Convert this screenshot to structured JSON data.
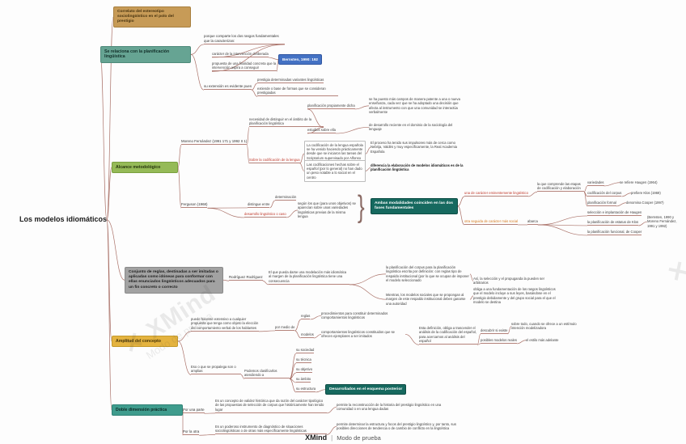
{
  "palette": {
    "connector": "#9c5a50",
    "box_orange": "#c79b57",
    "box_teal": "#66a493",
    "box_green": "#95ba57",
    "box_gray": "#a2a2a2",
    "box_yellow": "#e4b33f",
    "box_teal_dark": "#3f9c8d",
    "box_blue": "#4472c4",
    "box_summary": "#16695f",
    "text_red": "#c0392b",
    "text_orange": "#d4791f"
  },
  "shapes": {
    "brace": "}"
  },
  "footer": {
    "brand": "XMind",
    "separator": "|",
    "mode": "Modo de prueba"
  },
  "watermark": {
    "logo": "✕",
    "brand": "XMind",
    "mode": "Modo de prueba"
  },
  "nodes": {
    "root": "Los modelos idiomáticos",
    "b1": "Correlato del estereotipo sociolingüístico en el polo del prestigio",
    "b2": "Se relaciona con la planificación lingüística",
    "b2_a": "porque comparte los dos rasgos fundamentales que la caracterizan:",
    "b2_a1": "carácter de la intervención deliberada",
    "b2_a2": "propuesta de una finalidad concreta que la intervención aspira a conseguir",
    "b2_ref": "Bernsten, 1990: 192",
    "b2_b": "su extensión es evidente pues",
    "b2_b1": "prestigia determinadas variantes lingüísticas",
    "b2_b2": "extiende o base de formas que se consideran prestigiadas",
    "b3": "Alcance metodológico",
    "b3_a": "Moreno Fernández (1991 171 y 1992 II 1)",
    "b3_a1": "necesidad de distinguir en el ámbito de la planificación lingüística",
    "b3_a1a": "planificación propiamente dicha",
    "b3_a1a1": "se ha puesto más campos de manera patente a una o nueva enseñanza, cada vez que se ha adoptado una decisión que afecta al instrumento con que una comunidad se interactúa verbalmente",
    "b3_a1b": "estudios sobre ella",
    "b3_a1b1": "de desarrollo reciente en el dominio de la sociología del lenguaje",
    "b3_a2": "Sobre la codificación de la lengua",
    "b3_a2a": "La codificación de la lengua española se ha venido haciendo prácticamente desde que se iniciaron las tareas del Scriptorium supervisado por Alfonso X",
    "b3_a2a1": "El proceso ha tenido sus impulsores más de cerca como Nebrija, Valdés y muy específicamente, la Real Academia Española",
    "b3_a2b": "Las codificaciones hechas sobre el español (por lo general) no han dado un peso notable a lo social en el centro",
    "b3_a2b1": "diferencia la elaboración de modelos idiomáticos es de la planificación lingüística",
    "b3_b": "Ferguson (1968)",
    "b3_b1": "distingue entre",
    "b3_b1a": "determinación",
    "b3_b1b": "desarrollo lingüístico o caso",
    "b3_b1b1": "según los que (para unos objetivos) se aparecían sobre unas variedades lingüísticas previas de la misma lengua",
    "b3_sum": "Ambas modalidades coinciden en las dos fases fundamentales",
    "b3_s1": "una de carácter eminentemente lingüístico",
    "b3_s1a": "la que comprende las etapas de codificación y elaboración",
    "b3_s1a1": "variedades",
    "b3_s1a1x": "se refiere Haugen (1964)",
    "b3_s1a2": "codificación del corpus",
    "b3_s1a2x": "prefiere Klos (1969)",
    "b3_s1a3": "planificación formal",
    "b3_s1a3x": "denomina Cooper (1997)",
    "b3_s2": "otra seguida de carácter más social",
    "b3_s2a": "abarca",
    "b3_s2a1": "selección e implantación de Haugen",
    "b3_s2a2": "la planificación de estatus de Klos",
    "b3_s2a2x": "(Bernsten, 1990 y Moreno Fernández, 1991 y 1992)",
    "b3_s2a3": "la planificación funcional, de Cooper",
    "b4": "Conjunto de reglas, destinadas a ser imitadas o aplicadas como idóneas para conformar con ellas enunciados lingüísticos adecuados para un fin concreto o correcto",
    "b4_a": "Rodríguez Rodríguez",
    "b4_a1": "El que pueda darse una modelación más idiomática al margen de la planificación lingüística tiene una consecuencia",
    "b4_a1a": "la planificación del corpus para la planificación lingüística escrita por definición: con reglas tipo de respaldo institucional (por lo que se ocupan de imponer el modelo seleccionado",
    "b4_a1a1": "Así, la selección y el propuganda la pueden ser arbitrarios",
    "b4_a1b": "Mientras, los modelos sociales que se propongan al margen de este respaldo institucional deben ganarse una autoridad",
    "b4_a1b1": "obliga a una fundamentación de los rasgos lingüísticos que el modelo incluye a sus leyes, basándose en el prestigio debidamente y del grupo social para el que el modelo se destina",
    "b5": "Amplitud del concepto",
    "b5_a": "puede hacerse extensivo a cualquier propuesta que tenga como objeto la elección del comportamiento verbal de los hablantes",
    "b5_a0": "por medio de",
    "b5_a1": "reglas",
    "b5_a1x": "procedimientos para constituir determinados comportamientos lingüísticos",
    "b5_a2": "modelos",
    "b5_a2x": "comportamientos lingüísticos constituidos que se ofrecen ejemplares a ser imitados",
    "b5_a2x1": "Esta definición, obliga a trascender el análisis de la codificación del español, para acercarnos al análisis del español",
    "b5_a2x1a": "descubrir si existe",
    "b5_a2x1ax": "sobre todo, cuando se ofrece a un estímulo intención modelizadora",
    "b5_a2x1b": "posibles modelos reales",
    "b5_a2x1bx": "el estilo más adelante",
    "b5_b": "Eso o que se propalega son o amplias",
    "b5_b0": "Podemos clasificarlos atendiendo a",
    "b5_b1": "su sociedad",
    "b5_b2": "su técnica",
    "b5_b3": "su objetivo",
    "b5_b4": "su ámbito",
    "b5_b5": "su estructura",
    "b5_sum": "Desarrollados en el esquema posterior",
    "b6": "Doble dimensión práctica",
    "b6_a": "Por una parte",
    "b6_a1": "Es un concepto de validez histórica que da razón del carácter tipológico de las propuestas de selección de corpus que históricamente han tenido lugar",
    "b6_a1x": "permite la reconstrucción de la historia del prestigio lingüístico en una comunidad o en una lengua dadas",
    "b6_b": "Por la otra",
    "b6_b1": "Es un poderoso instrumento de diagnóstico de situaciones sociolingüísticas o de otras más específicamente lingüísticas",
    "b6_b1x": "permite determinar la estructura y focos del prestigio lingüístico y, por tanto, sus posibles direcciones de tendencia o de cambio de conflicto en la lingüística"
  }
}
